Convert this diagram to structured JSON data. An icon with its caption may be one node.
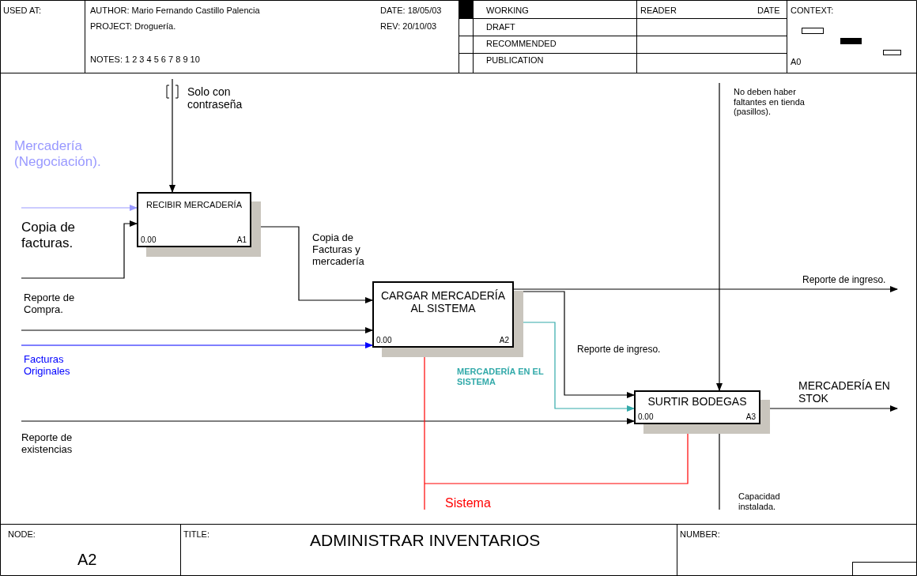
{
  "diagram": {
    "title": "ADMINISTRAR INVENTARIOS",
    "nodes": [
      {
        "text": [
          "RECIBIR MERCADERÍA",
          "0.00",
          "A1"
        ]
      },
      {
        "text": [
          "CARGAR MERCADERÍA AL SISTEMA",
          "0.00",
          "A2"
        ]
      },
      {
        "text": [
          "SURTIR BODEGAS",
          "0.00",
          "A3"
        ]
      }
    ],
    "edges": [
      {
        "from": null,
        "to": 0,
        "arrow": "to",
        "label": "Solo con contraseña"
      },
      {
        "from": null,
        "to": 0,
        "arrow": "to",
        "label": "Mercadería (Negociación).",
        "color": "#9999ff"
      },
      {
        "from": null,
        "to": 0,
        "arrow": "to",
        "label": "Copia de facturas."
      },
      {
        "from": 0,
        "to": 1,
        "arrow": "to",
        "label": "Copia de Facturas y mercadería"
      },
      {
        "from": null,
        "to": 1,
        "arrow": "to",
        "label": "Reporte de Compra."
      },
      {
        "from": null,
        "to": 1,
        "arrow": "to",
        "label": "Facturas Originales",
        "color": "#0000ff"
      },
      {
        "from": 1,
        "to": null,
        "arrow": "to",
        "label": "Reporte de ingreso."
      },
      {
        "from": 1,
        "to": 2,
        "arrow": "to",
        "label": "Reporte de ingreso."
      },
      {
        "from": 1,
        "to": 2,
        "arrow": "to",
        "label": "MERCADERÍA EN EL SISTEMA",
        "color": "#33aaaa"
      },
      {
        "from": null,
        "to": 2,
        "arrow": "to",
        "label": "No deben haber faltantes en tienda (pasillos)."
      },
      {
        "from": null,
        "to": 2,
        "arrow": "to",
        "label": "Reporte de existencias"
      },
      {
        "from": 2,
        "to": null,
        "arrow": "to",
        "label": "MERCADERÍA EN STOK"
      },
      {
        "from": null,
        "to": 2,
        "arrow": "to",
        "label": "Capacidad instalada."
      },
      {
        "from": null,
        "to": 1,
        "arrow": "to",
        "label": "Sistema",
        "color": "#ff0000"
      },
      {
        "from": null,
        "to": 2,
        "arrow": "to",
        "color": "#ff0000"
      }
    ],
    "labels": [
      "USED AT:",
      "AUTHOR: Mario Fernando Castillo Palencia",
      "DATE: 18/05/03",
      "WORKING",
      "READER",
      "DATE",
      "CONTEXT:",
      "PROJECT: Droguería.",
      "REV: 20/10/03",
      "DRAFT",
      "RECOMMENDED",
      "NOTES: 1 2 3 4 5 6 7 8 9 10",
      "PUBLICATION",
      "A0",
      "NODE:",
      "A2",
      "TITLE:",
      "NUMBER:"
    ]
  }
}
